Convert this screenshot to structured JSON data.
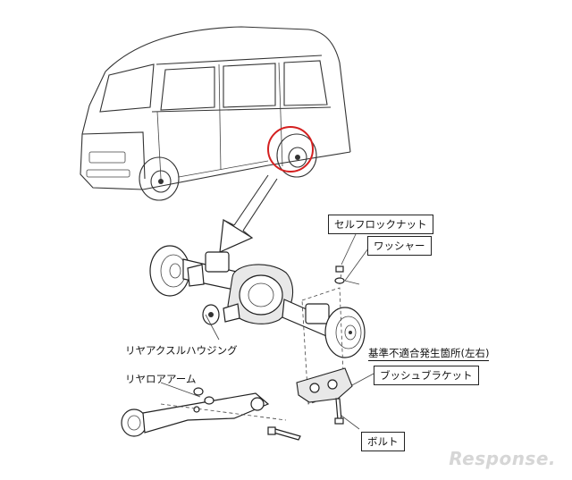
{
  "labels": {
    "self_lock_nut": "セルフロックナット",
    "washer": "ワッシャー",
    "defect_location": "基準不適合発生箇所(左右)",
    "bush_bracket": "ブッシュブラケット",
    "rear_axle_housing": "リヤアクスルハウジング",
    "rear_lower_arm": "リヤロアアーム",
    "bolt": "ボルト"
  },
  "watermark": "Response.",
  "colors": {
    "highlight_circle": "#d42020",
    "line": "#333333",
    "watermark": "#d6d6d6"
  }
}
